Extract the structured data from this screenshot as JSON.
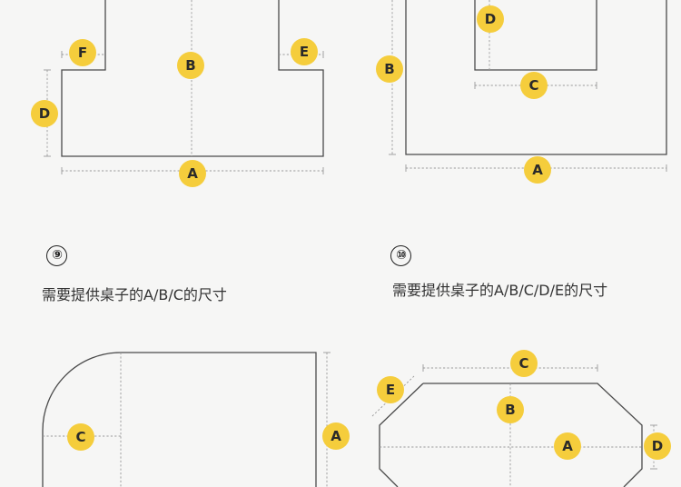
{
  "sections": [
    {
      "number": "⑨",
      "caption": "需要提供桌子的A/B/C的尺寸"
    },
    {
      "number": "⑩",
      "caption": "需要提供桌子的A/B/C/D/E的尺寸"
    }
  ],
  "badges": {
    "top_left": [
      "F",
      "B",
      "E",
      "D",
      "A"
    ],
    "top_right": [
      "D",
      "B",
      "C",
      "A"
    ],
    "bottom_left": [
      "C",
      "A"
    ],
    "bottom_right": [
      "C",
      "E",
      "B",
      "A",
      "D"
    ]
  },
  "colors": {
    "badge": "#f5cd3c",
    "outline": "#4a4a4a",
    "dimension": "#9a9a9a",
    "background": "#f6f6f5"
  }
}
